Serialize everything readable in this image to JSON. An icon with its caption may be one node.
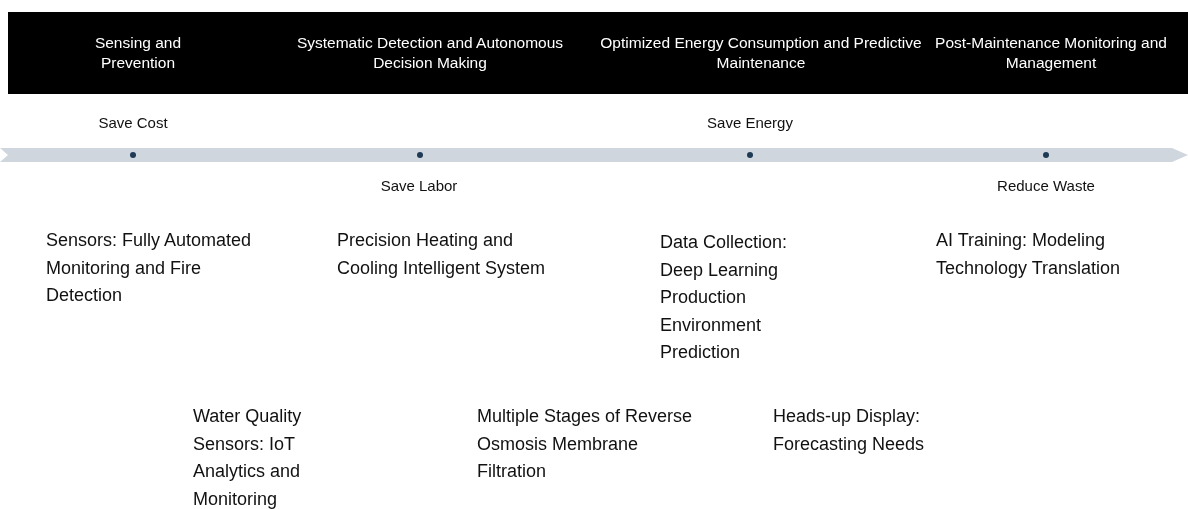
{
  "diagram": {
    "nodes": [
      {
        "text": [
          "Sensing and Prevention",
          "Systematic Detection and Autonomous Decision Making",
          "Optimized Energy Consumption and Predictive Maintenance",
          "Post-Maintenance Monitoring and Management"
        ]
      }
    ],
    "labels": [
      "Save Cost",
      "Save Energy",
      "Save Labor",
      "Reduce Waste",
      "Sensors: Fully Automated Monitoring and Fire Detection",
      "Precision Heating and Cooling Intelligent System",
      "Data Collection: Deep Learning Production Environment Prediction",
      "AI Training: Modeling Technology Translation",
      "Water Quality Sensors: IoT Analytics and Monitoring",
      "Multiple Stages of Reverse Osmosis Membrane Filtration",
      "Heads-up Display: Forecasting Needs"
    ]
  }
}
